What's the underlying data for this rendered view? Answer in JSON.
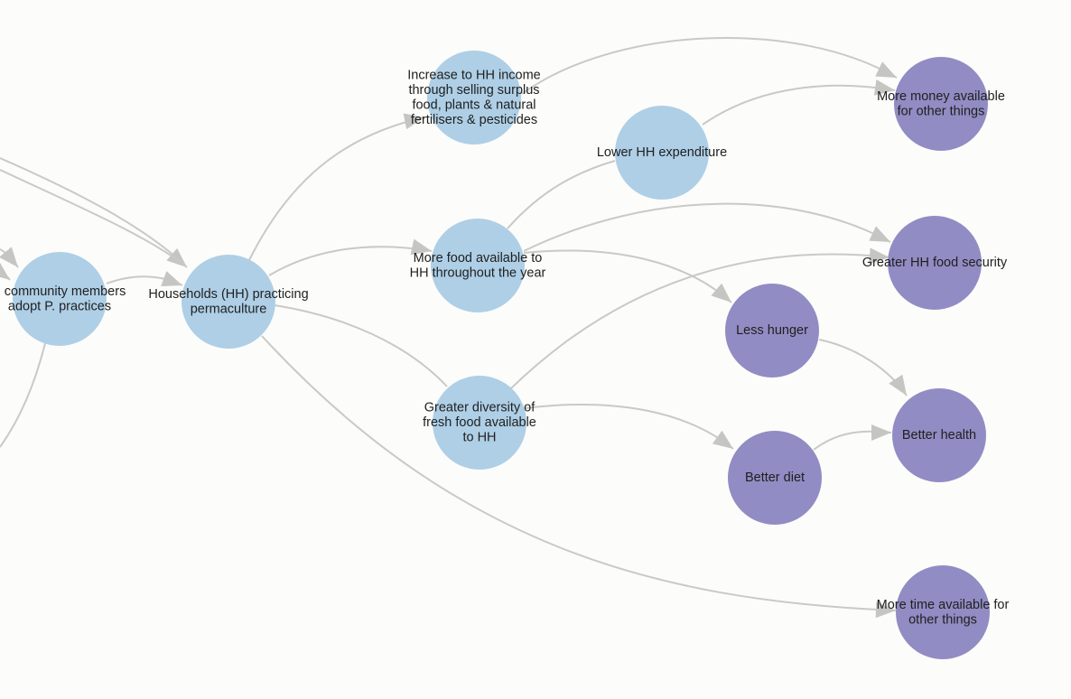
{
  "colors": {
    "background": "#fcfcfa",
    "outcome_node": "#aecfe6",
    "impact_node": "#918cc3",
    "edge": "#c9c9c6",
    "arrowhead": "#c5c5c2"
  },
  "nodes": [
    {
      "id": "community",
      "kind": "outcome",
      "lines": [
        "e community members",
        "adopt P. practices"
      ]
    },
    {
      "id": "hh_practicing",
      "kind": "outcome",
      "lines": [
        "Households (HH) practicing",
        "permaculture"
      ]
    },
    {
      "id": "hh_income",
      "kind": "outcome",
      "lines": [
        "Increase to HH income",
        "through selling surplus",
        "food, plants & natural",
        "fertilisers & pesticides"
      ]
    },
    {
      "id": "lower_exp",
      "kind": "outcome",
      "lines": [
        "Lower HH expenditure"
      ]
    },
    {
      "id": "more_food",
      "kind": "outcome",
      "lines": [
        "More food available to",
        "HH throughout the year"
      ]
    },
    {
      "id": "diversity",
      "kind": "outcome",
      "lines": [
        "Greater diversity of",
        "fresh food available",
        "to HH"
      ]
    },
    {
      "id": "more_money",
      "kind": "impact",
      "lines": [
        "More money available",
        "for other things"
      ]
    },
    {
      "id": "food_security",
      "kind": "impact",
      "lines": [
        "Greater HH food security"
      ]
    },
    {
      "id": "less_hunger",
      "kind": "impact",
      "lines": [
        "Less hunger"
      ]
    },
    {
      "id": "better_health",
      "kind": "impact",
      "lines": [
        "Better health"
      ]
    },
    {
      "id": "better_diet",
      "kind": "impact",
      "lines": [
        "Better diet"
      ]
    },
    {
      "id": "more_time",
      "kind": "impact",
      "lines": [
        "More time available for",
        "other things"
      ]
    }
  ],
  "edges": [
    {
      "from": "hh_practicing",
      "to": "hh_income"
    },
    {
      "from": "hh_practicing",
      "to": "more_food"
    },
    {
      "from": "hh_practicing",
      "to": "diversity"
    },
    {
      "from": "hh_practicing",
      "to": "more_time"
    },
    {
      "from": "hh_income",
      "to": "more_money"
    },
    {
      "from": "lower_exp",
      "to": "more_money"
    },
    {
      "from": "more_food",
      "to": "lower_exp"
    },
    {
      "from": "more_food",
      "to": "food_security"
    },
    {
      "from": "more_food",
      "to": "less_hunger"
    },
    {
      "from": "diversity",
      "to": "food_security"
    },
    {
      "from": "diversity",
      "to": "better_diet"
    },
    {
      "from": "less_hunger",
      "to": "better_health"
    },
    {
      "from": "better_diet",
      "to": "better_health"
    },
    {
      "from": "community",
      "to": "hh_practicing"
    }
  ]
}
